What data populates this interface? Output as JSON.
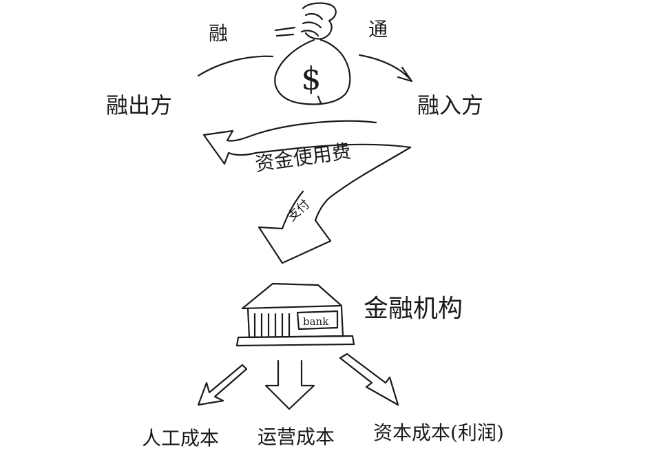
{
  "labels": {
    "rong_left": "融",
    "tong_right": "通",
    "lender": "融出方",
    "borrower": "融入方",
    "fee": "资金使用费",
    "pay": "支付",
    "institution": "金融机构",
    "bank_sign": "bank",
    "dollar": "$",
    "cost_labor": "人工成本",
    "cost_ops": "运营成本",
    "cost_capital": "资本成本(利润)"
  },
  "colors": {
    "ink": "#1a1a1a",
    "paper": "#ffffff"
  },
  "icons": [
    "money-bag-icon",
    "bank-building-icon"
  ]
}
